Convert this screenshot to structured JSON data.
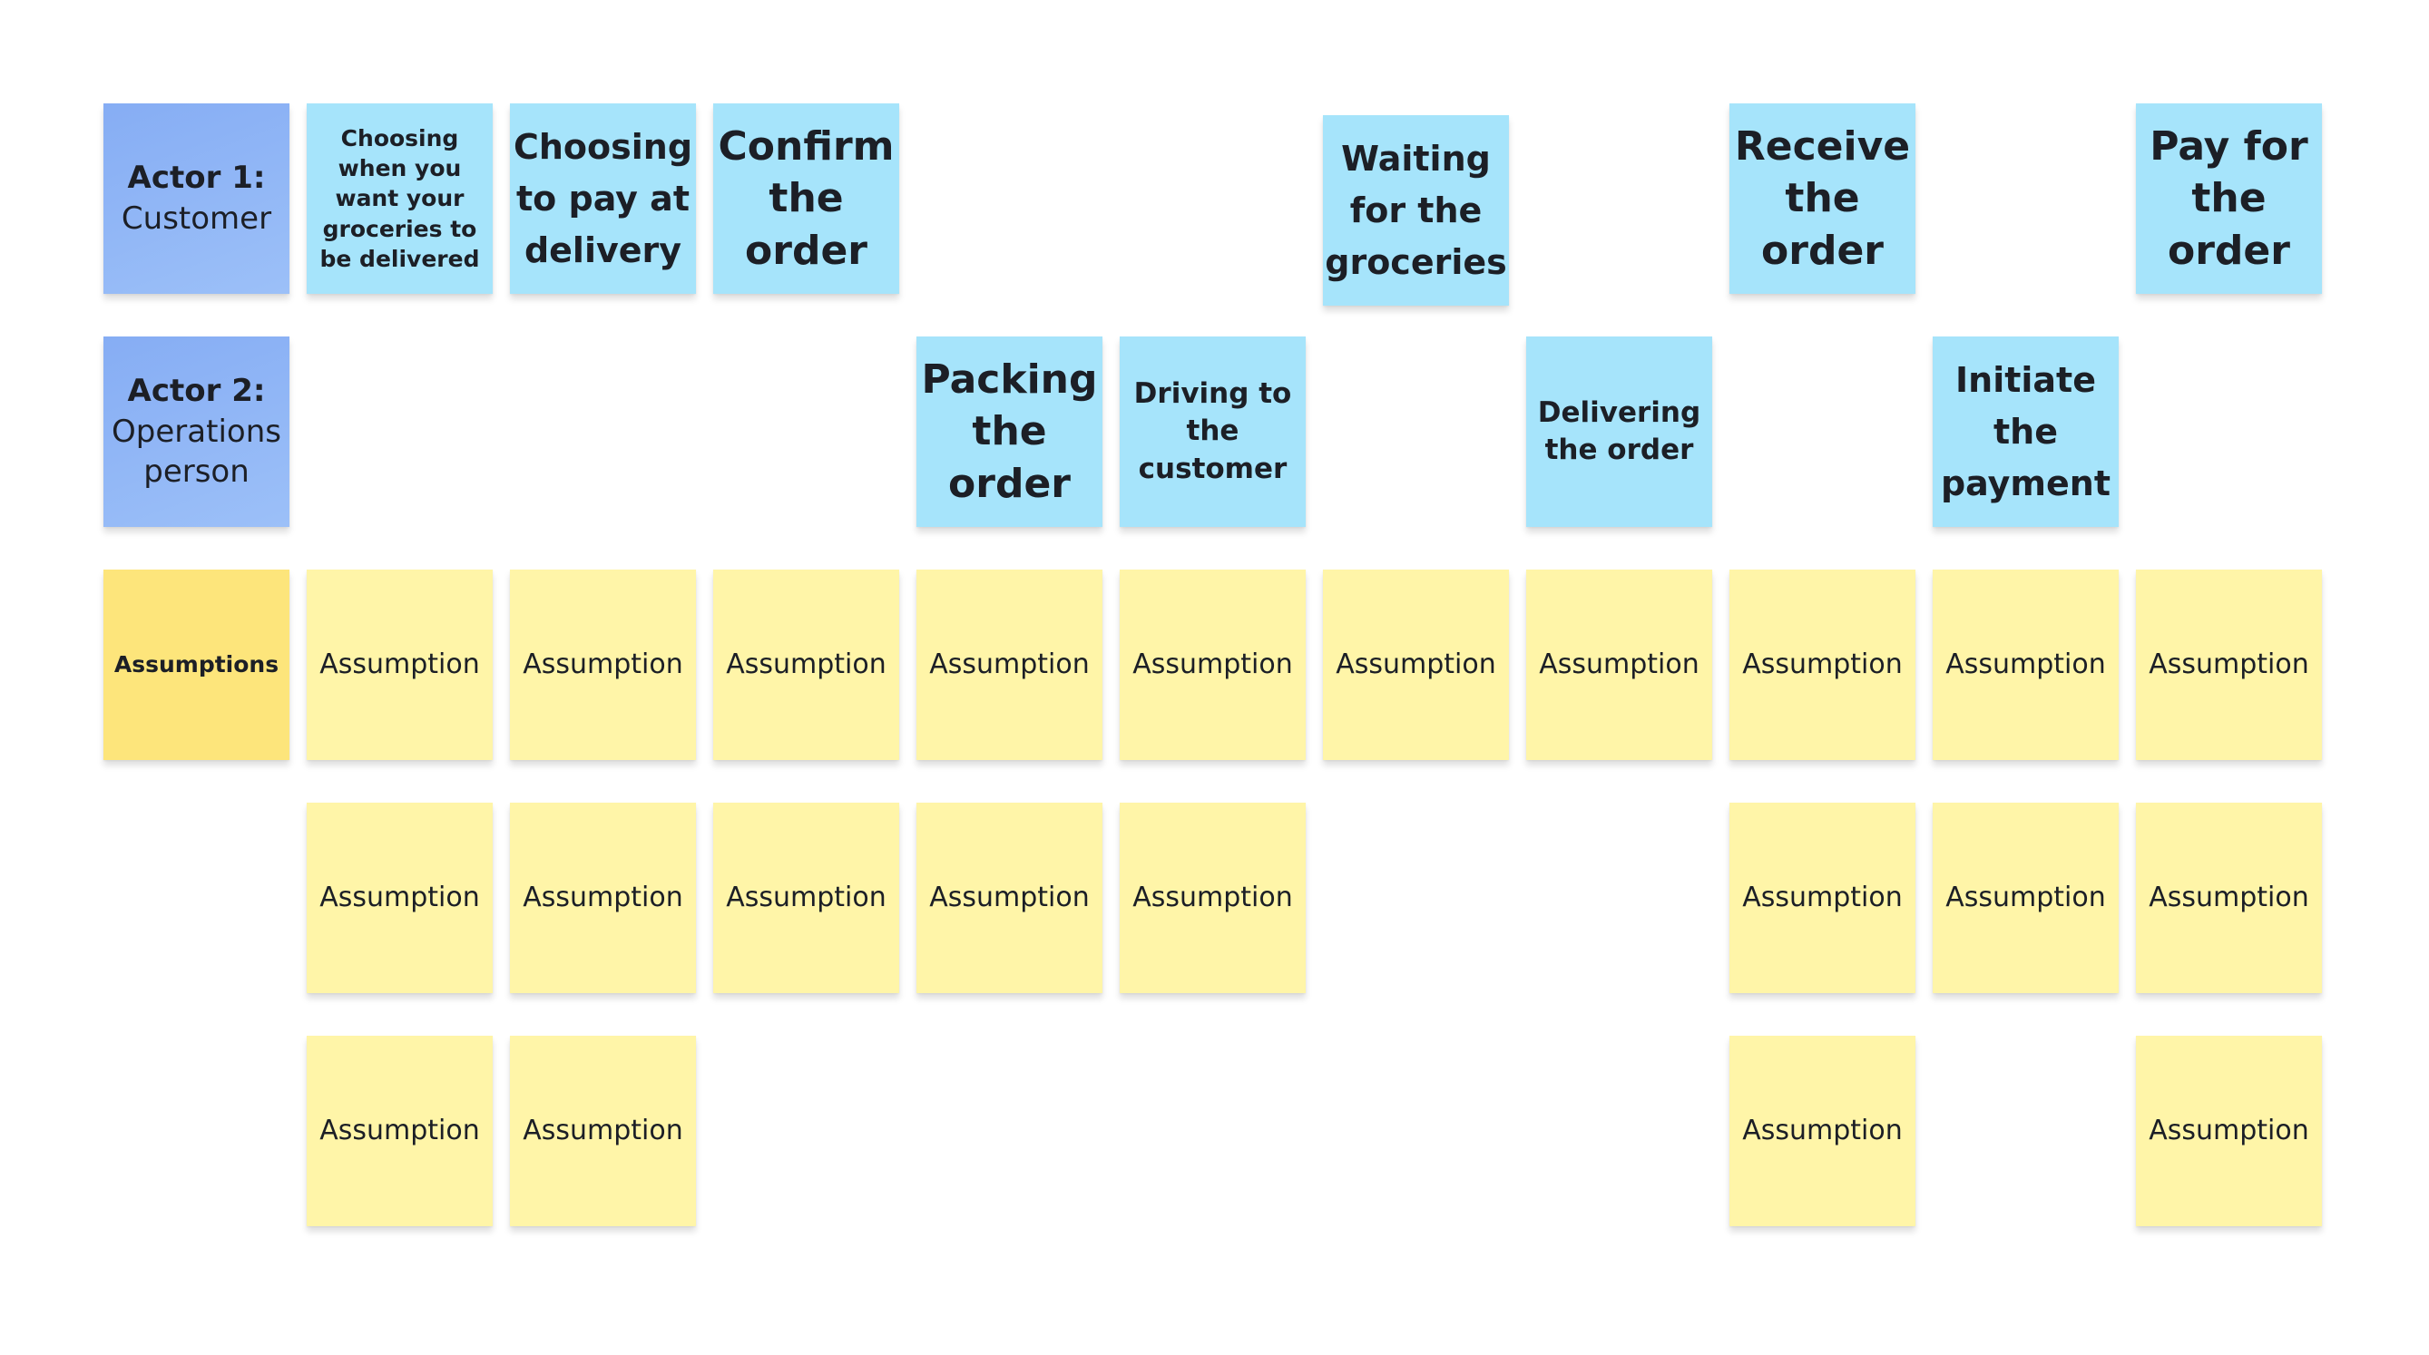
{
  "board": {
    "actors": [
      {
        "role": "Actor 1:",
        "name": "Customer"
      },
      {
        "role": "Actor 2:",
        "name": "Operations person"
      }
    ],
    "assumptions_header": "Assumptions",
    "steps": [
      {
        "actor": 1,
        "column": 1,
        "label": "Choosing when you want your groceries to be delivered"
      },
      {
        "actor": 1,
        "column": 2,
        "label": "Choosing to pay at delivery"
      },
      {
        "actor": 1,
        "column": 3,
        "label": "Confirm the order"
      },
      {
        "actor": 2,
        "column": 4,
        "label": "Packing the order"
      },
      {
        "actor": 2,
        "column": 5,
        "label": "Driving to the customer"
      },
      {
        "actor": 1,
        "column": 6,
        "label": "Waiting for the groceries"
      },
      {
        "actor": 2,
        "column": 7,
        "label": "Delivering the order"
      },
      {
        "actor": 1,
        "column": 8,
        "label": "Receive the order"
      },
      {
        "actor": 2,
        "column": 9,
        "label": "Initiate the payment"
      },
      {
        "actor": 1,
        "column": 10,
        "label": "Pay for the order"
      }
    ],
    "assumption_label": "Assumption",
    "assumption_counts": [
      3,
      3,
      2,
      2,
      2,
      1,
      1,
      3,
      2,
      3
    ]
  },
  "colors": {
    "actor": "#8fb4f6",
    "step": "#a6e4fb",
    "assumptions_header": "#fde57b",
    "assumption": "#fff5a8"
  }
}
